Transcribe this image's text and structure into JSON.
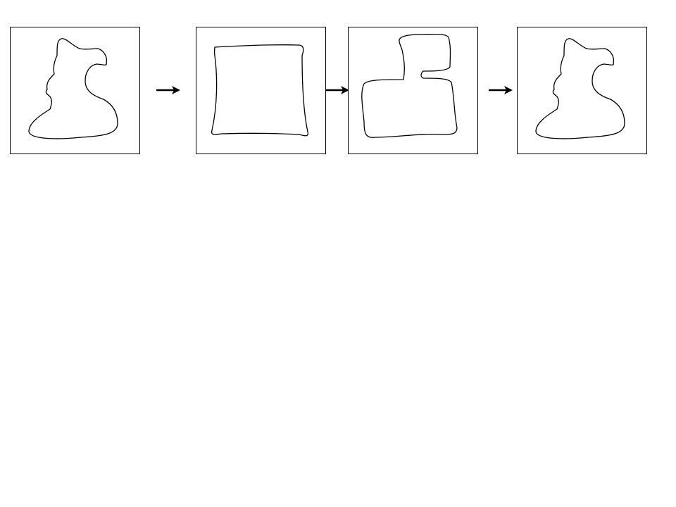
{
  "diagram": {
    "description_none": "",
    "panels": [
      {
        "id": "initial-shape",
        "shape": "blob"
      },
      {
        "id": "rectangle-shape",
        "shape": "rectangle"
      },
      {
        "id": "boot-shape",
        "shape": "boot"
      },
      {
        "id": "final-shape",
        "shape": "blob"
      }
    ],
    "arrows": [
      {
        "from": "initial-shape",
        "to": "rectangle-shape"
      },
      {
        "from": "rectangle-shape",
        "to": "boot-shape"
      },
      {
        "from": "boot-shape",
        "to": "final-shape"
      }
    ],
    "colors": {
      "stroke": "#000000",
      "background": "#ffffff"
    }
  }
}
